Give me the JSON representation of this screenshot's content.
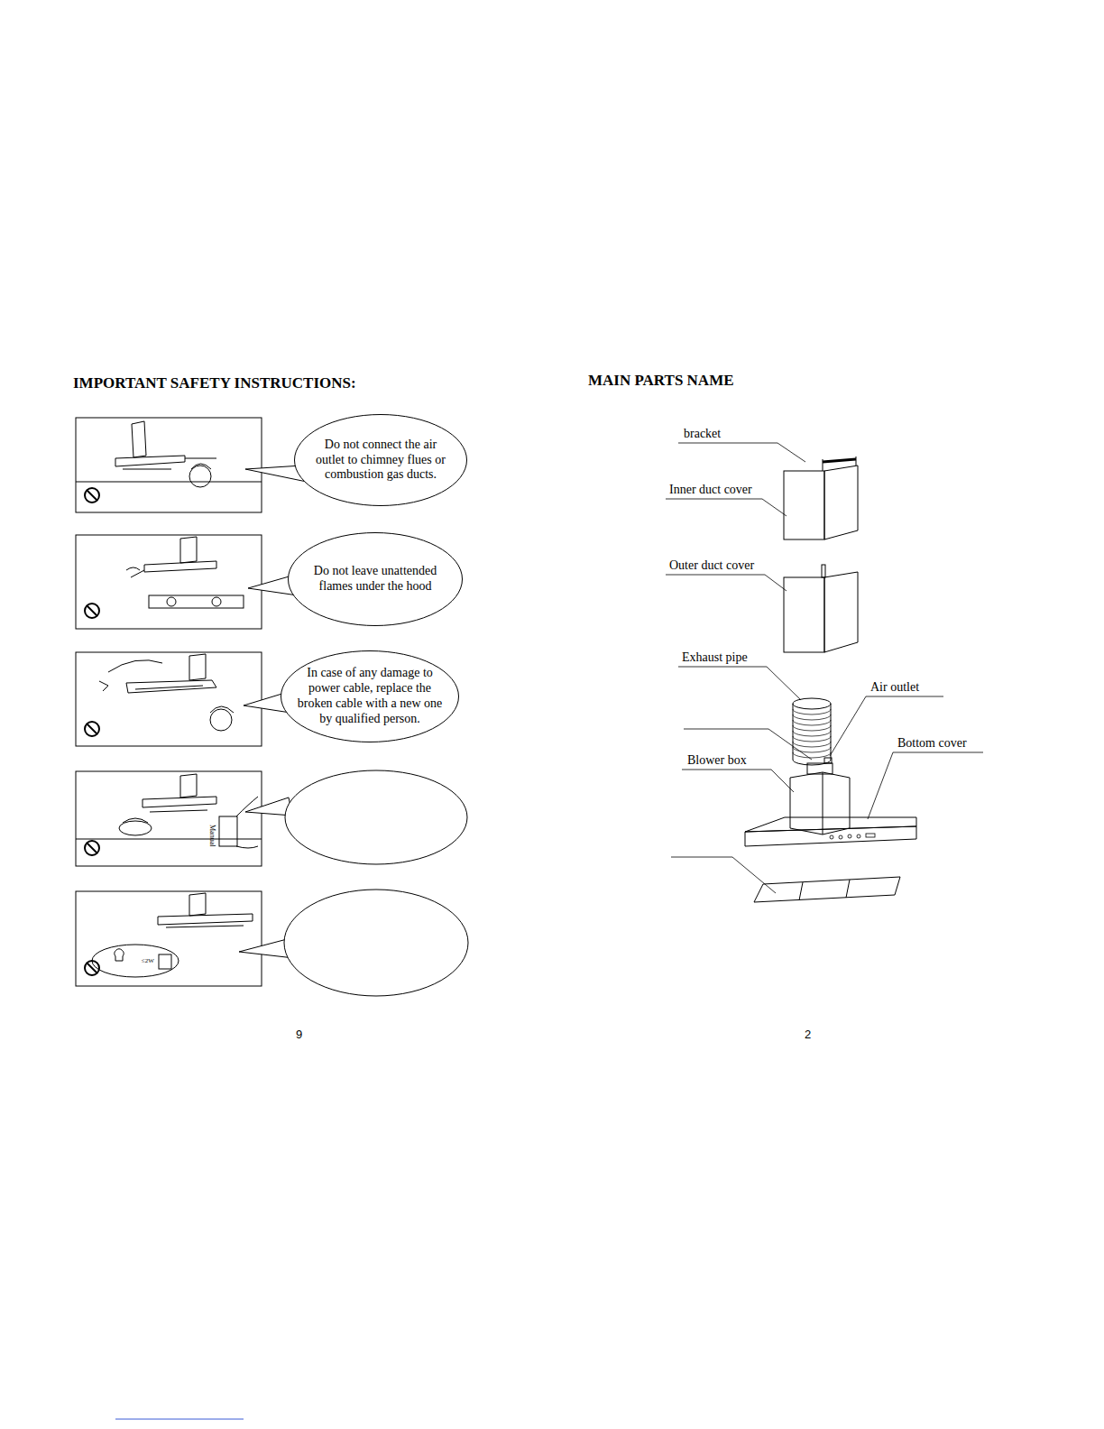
{
  "diagram": {
    "title": "IMPORTANT SAFETY INSTRUCTIONS:",
    "nodes": [
      {
        "text": [
          "Do not connect the air outlet to chimney flues or combustion gas ducts."
        ]
      },
      {
        "text": [
          "Do not leave unattended flames under the hood"
        ]
      },
      {
        "text": [
          "In case of any damage to power cable, replace the broken cable with a new one by qualified person."
        ]
      }
    ],
    "labels": [
      "MAIN PARTS NAME",
      "bracket",
      "Inner duct cover",
      "Outer duct cover",
      "Exhaust pipe",
      "Air outlet",
      "Bottom cover",
      "Blower box",
      "Manual",
      "≤2W",
      "9",
      "2"
    ]
  }
}
